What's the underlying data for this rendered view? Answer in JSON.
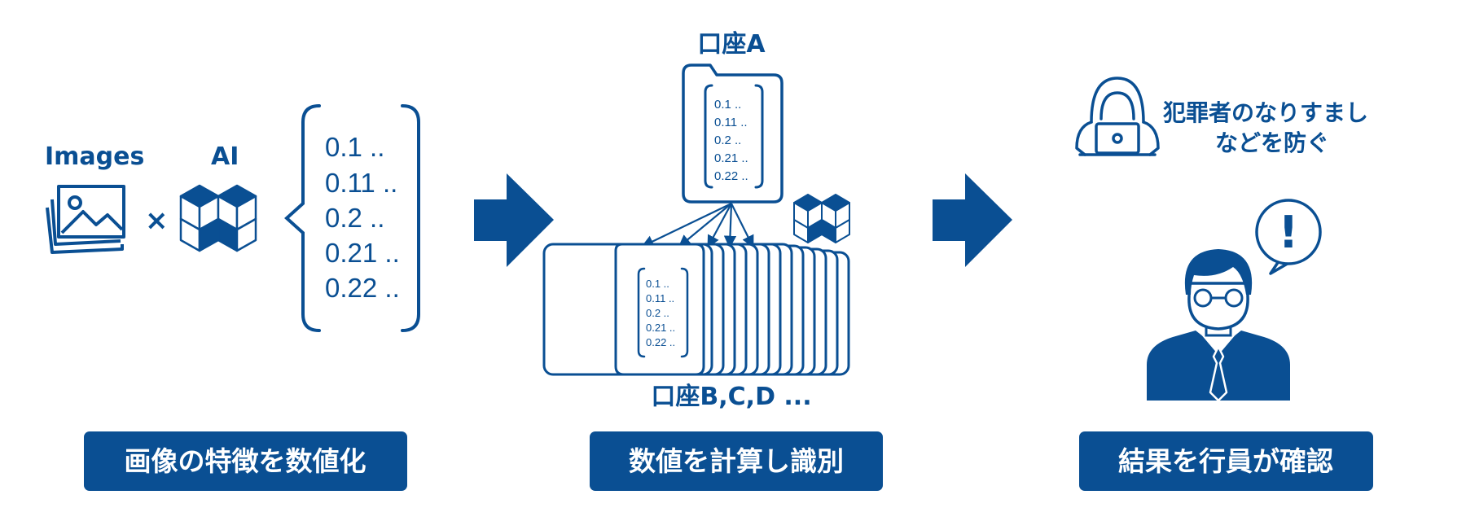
{
  "colors": {
    "primary": "#0a4f93",
    "background": "#ffffff",
    "on_primary": "#ffffff"
  },
  "step1": {
    "images_label": "Images",
    "ai_label": "AI",
    "times_symbol": "×",
    "vector_values": [
      "0.1 ..",
      "0.11 ..",
      "0.2 ..",
      "0.21 ..",
      "0.22 .."
    ],
    "title": "画像の特徴を数値化"
  },
  "step2": {
    "account_a_label": "口座A",
    "account_a_values": [
      "0.1 ..",
      "0.11 ..",
      "0.2 ..",
      "0.21 ..",
      "0.22 .."
    ],
    "others_label": "口座B,C,D ...",
    "others_values": [
      "0.1 ..",
      "0.11 ..",
      "0.2 ..",
      "0.21 ..",
      "0.22 .."
    ],
    "title": "数値を計算し識別"
  },
  "step3": {
    "prevent_line1": "犯罪者のなりすまし",
    "prevent_line2": "などを防ぐ",
    "exclamation": "!",
    "title": "結果を行員が確認"
  },
  "icons": [
    "images-icon",
    "ai-cube-icon",
    "folder-icon",
    "hacker-icon",
    "banker-icon",
    "speech-bubble-icon",
    "arrow-right-icon"
  ]
}
